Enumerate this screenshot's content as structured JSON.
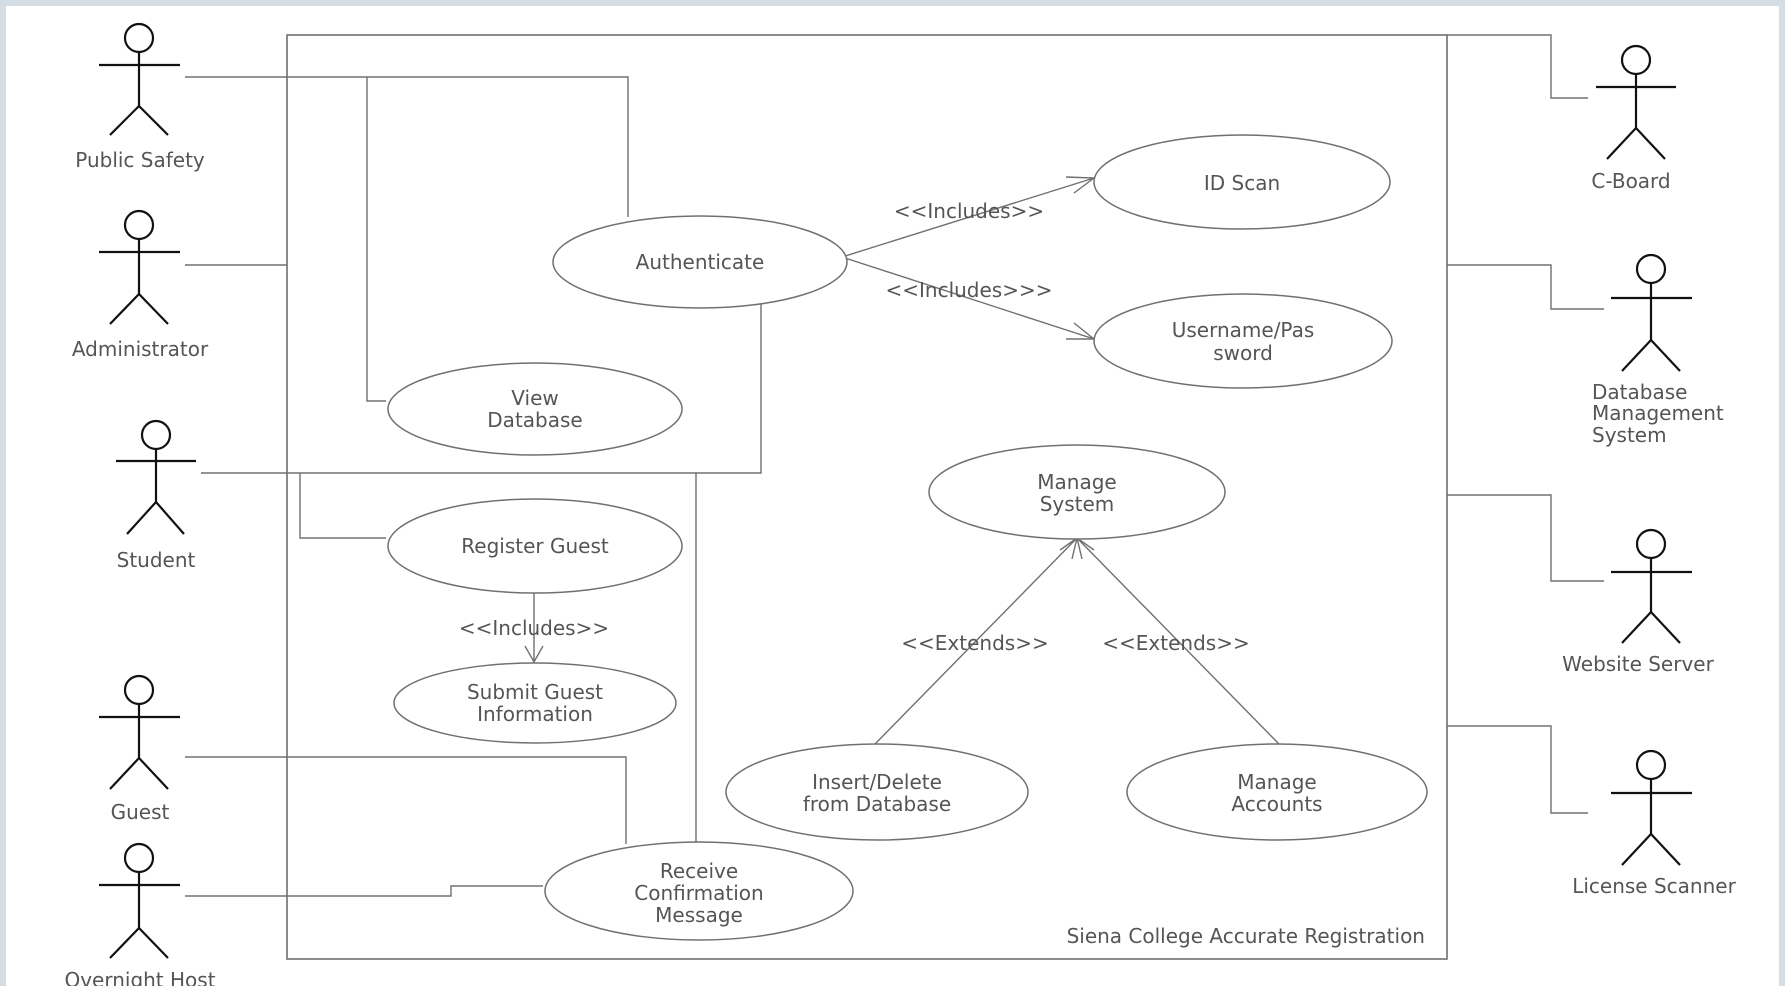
{
  "system": {
    "name": "Siena College Accurate Registration"
  },
  "actors": {
    "public_safety": [
      "Public Safety"
    ],
    "administrator": [
      "Administrator"
    ],
    "student": [
      "Student"
    ],
    "guest": [
      "Guest"
    ],
    "overnight_host": [
      "Overnight Host"
    ],
    "c_board": [
      "C-Board"
    ],
    "dbms": [
      "Database",
      "Management",
      "System"
    ],
    "website_server": [
      "Website Server"
    ],
    "license_scanner": [
      "License Scanner"
    ]
  },
  "use_cases": {
    "authenticate": [
      "Authenticate"
    ],
    "id_scan": [
      "ID Scan"
    ],
    "username_password": [
      "Username/Pas",
      "sword"
    ],
    "view_database": [
      "View",
      "Database"
    ],
    "register_guest": [
      "Register Guest"
    ],
    "submit_guest_info": [
      "Submit Guest",
      "Information"
    ],
    "manage_system": [
      "Manage",
      "System"
    ],
    "insert_delete": [
      "Insert/Delete",
      "from Database"
    ],
    "manage_accounts": [
      "Manage",
      "Accounts"
    ],
    "receive_confirmation": [
      "Receive",
      "Confirmation",
      "Message"
    ]
  },
  "relationships": {
    "auth_id_scan": "<<Includes>>",
    "auth_username": "<<Includes>>>",
    "register_submit": "<<Includes>>",
    "insert_manage": "<<Extends>>",
    "accounts_manage": "<<Extends>>"
  }
}
